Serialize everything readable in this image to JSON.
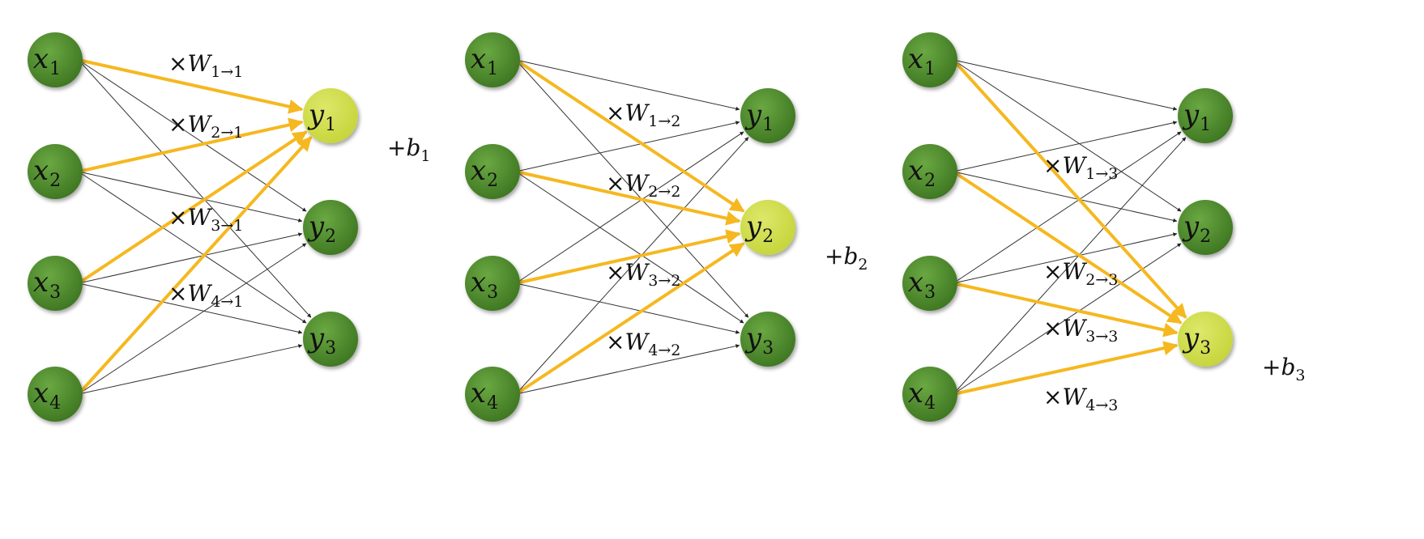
{
  "colors": {
    "node_green": "#4e8f2c",
    "node_green_dark": "#3d7521",
    "node_green_light": "#6aa842",
    "node_active": "#c5d43a",
    "node_active_light": "#dde86a",
    "edge_plain": "#333333",
    "edge_active": "#f5b820"
  },
  "panels": [
    {
      "active_output": 0,
      "inputs": [
        {
          "var": "x",
          "sub": "1"
        },
        {
          "var": "x",
          "sub": "2"
        },
        {
          "var": "x",
          "sub": "3"
        },
        {
          "var": "x",
          "sub": "4"
        }
      ],
      "outputs": [
        {
          "var": "y",
          "sub": "1"
        },
        {
          "var": "y",
          "sub": "2"
        },
        {
          "var": "y",
          "sub": "3"
        }
      ],
      "weight_labels": [
        {
          "prefix": "×",
          "var": "W",
          "sub": "1→1"
        },
        {
          "prefix": "×",
          "var": "W",
          "sub": "2→1"
        },
        {
          "prefix": "×",
          "var": "W",
          "sub": "3→1"
        },
        {
          "prefix": "×",
          "var": "W",
          "sub": "4→1"
        }
      ],
      "bias": {
        "prefix": "+",
        "var": "b",
        "sub": "1"
      }
    },
    {
      "active_output": 1,
      "inputs": [
        {
          "var": "x",
          "sub": "1"
        },
        {
          "var": "x",
          "sub": "2"
        },
        {
          "var": "x",
          "sub": "3"
        },
        {
          "var": "x",
          "sub": "4"
        }
      ],
      "outputs": [
        {
          "var": "y",
          "sub": "1"
        },
        {
          "var": "y",
          "sub": "2"
        },
        {
          "var": "y",
          "sub": "3"
        }
      ],
      "weight_labels": [
        {
          "prefix": "×",
          "var": "W",
          "sub": "1→2"
        },
        {
          "prefix": "×",
          "var": "W",
          "sub": "2→2"
        },
        {
          "prefix": "×",
          "var": "W",
          "sub": "3→2"
        },
        {
          "prefix": "×",
          "var": "W",
          "sub": "4→2"
        }
      ],
      "bias": {
        "prefix": "+",
        "var": "b",
        "sub": "2"
      }
    },
    {
      "active_output": 2,
      "inputs": [
        {
          "var": "x",
          "sub": "1"
        },
        {
          "var": "x",
          "sub": "2"
        },
        {
          "var": "x",
          "sub": "3"
        },
        {
          "var": "x",
          "sub": "4"
        }
      ],
      "outputs": [
        {
          "var": "y",
          "sub": "1"
        },
        {
          "var": "y",
          "sub": "2"
        },
        {
          "var": "y",
          "sub": "3"
        }
      ],
      "weight_labels": [
        {
          "prefix": "×",
          "var": "W",
          "sub": "1→3"
        },
        {
          "prefix": "×",
          "var": "W",
          "sub": "2→3"
        },
        {
          "prefix": "×",
          "var": "W",
          "sub": "3→3"
        },
        {
          "prefix": "×",
          "var": "W",
          "sub": "4→3"
        }
      ],
      "bias": {
        "prefix": "+",
        "var": "b",
        "sub": "3"
      }
    }
  ]
}
